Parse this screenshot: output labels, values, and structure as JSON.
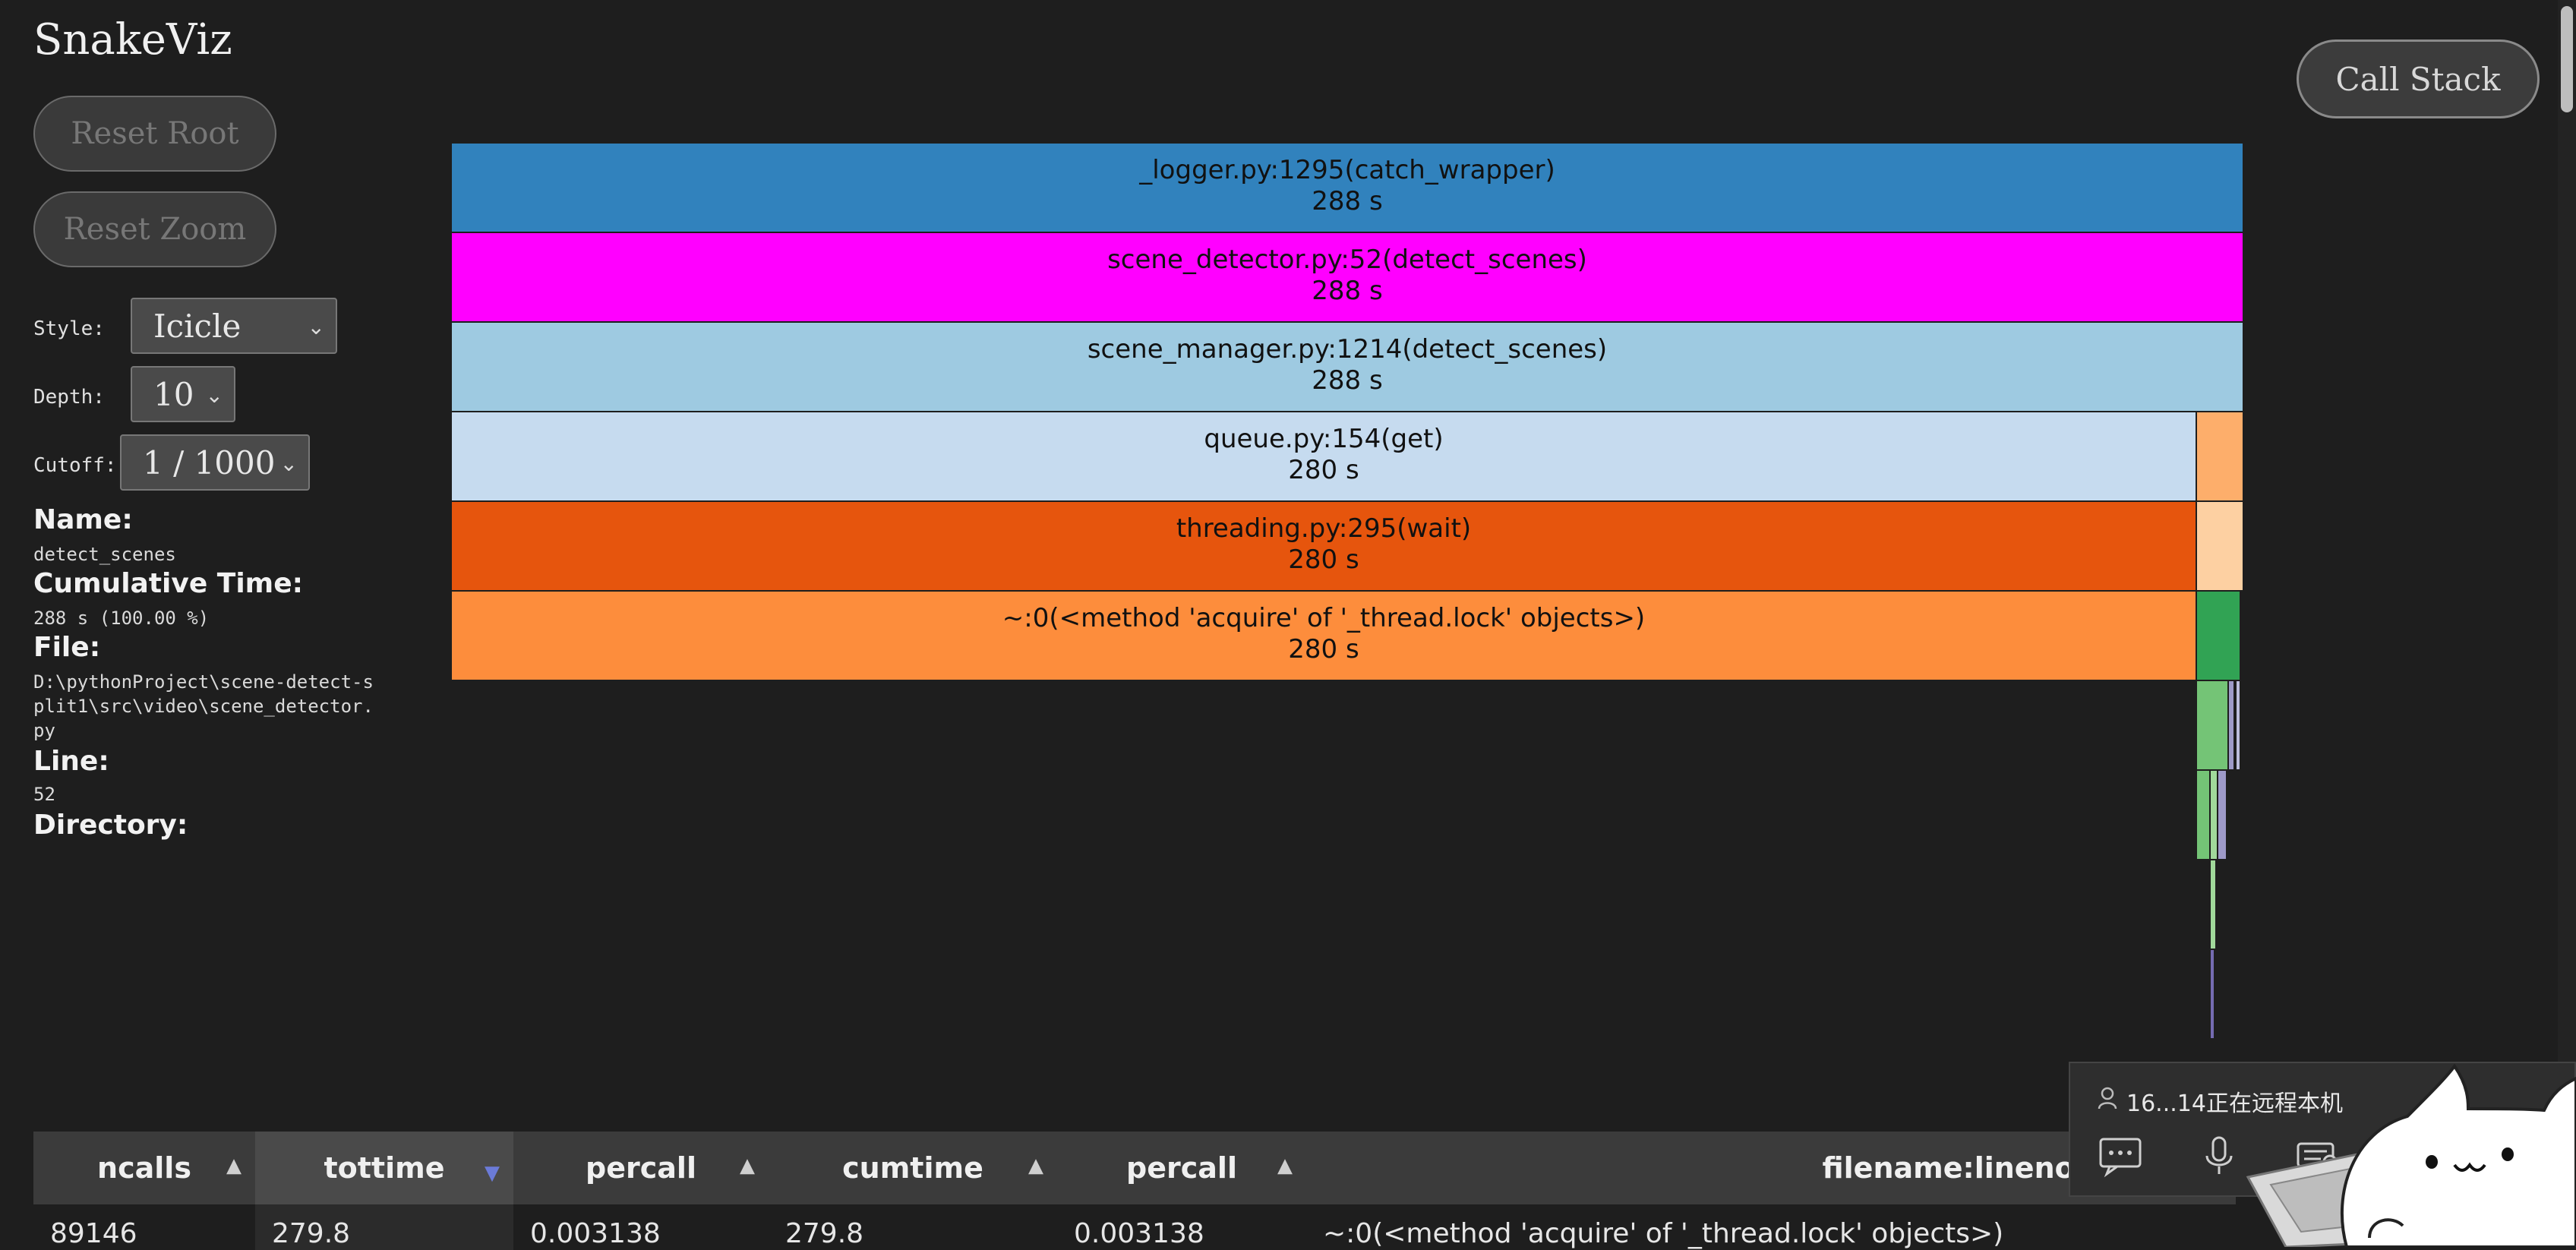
{
  "app": {
    "title": "SnakeViz",
    "reset_root_label": "Reset Root",
    "reset_zoom_label": "Reset Zoom",
    "call_stack_label": "Call Stack"
  },
  "controls": {
    "style_label": "Style:",
    "style_value": "Icicle",
    "depth_label": "Depth:",
    "depth_value": "10",
    "cutoff_label": "Cutoff:",
    "cutoff_value": "1 / 1000"
  },
  "info": {
    "name_label": "Name:",
    "name_value": "detect_scenes",
    "cumtime_label": "Cumulative Time:",
    "cumtime_value": "288 s (100.00 %)",
    "file_label": "File:",
    "file_value": "D:\\pythonProject\\scene-detect-split1\\src\\video\\scene_detector.py",
    "line_label": "Line:",
    "line_value": "52",
    "directory_label": "Directory:"
  },
  "icicle": {
    "bars": [
      {
        "label": "_logger.py:1295(catch_wrapper)",
        "time": "288 s",
        "color": "#3182bd"
      },
      {
        "label": "scene_detector.py:52(detect_scenes)",
        "time": "288 s",
        "color": "#ff00ff"
      },
      {
        "label": "scene_manager.py:1214(detect_scenes)",
        "time": "288 s",
        "color": "#9ecae1"
      },
      {
        "label": "queue.py:154(get)",
        "time": "280 s",
        "color": "#c6dbef"
      },
      {
        "label": "threading.py:295(wait)",
        "time": "280 s",
        "color": "#e6550d"
      },
      {
        "label": "~:0(<method 'acquire' of '_thread.lock' objects>)",
        "time": "280 s",
        "color": "#fd8d3c"
      }
    ],
    "side_colors": [
      "#fdae6b",
      "#fdd0a2",
      "#31a354",
      "#74c476",
      "#a1d99b",
      "#756bb1"
    ]
  },
  "table": {
    "headers": [
      "ncalls",
      "tottime",
      "percall",
      "cumtime",
      "percall",
      "filename:lineno(function)"
    ],
    "rows": [
      [
        "89146",
        "279.8",
        "0.003138",
        "279.8",
        "0.003138",
        "~:0(<method 'acquire' of '_thread.lock' objects>)"
      ]
    ]
  },
  "remote": {
    "status": "16...14正在远程本机"
  }
}
